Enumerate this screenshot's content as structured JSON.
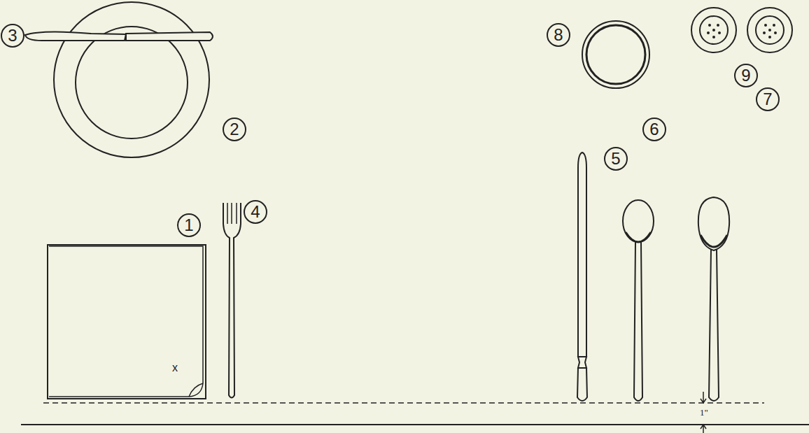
{
  "diagram": {
    "nodes": [
      {
        "text": [
          "3"
        ]
      },
      {
        "text": [
          "8"
        ]
      },
      {
        "text": [
          "9"
        ]
      },
      {
        "text": [
          "2"
        ]
      },
      {
        "text": [
          "5"
        ]
      },
      {
        "text": [
          "6"
        ]
      },
      {
        "text": [
          "7"
        ]
      },
      {
        "text": [
          "1"
        ]
      },
      {
        "text": [
          "4"
        ]
      }
    ],
    "labels": [
      "x",
      "1\""
    ]
  }
}
